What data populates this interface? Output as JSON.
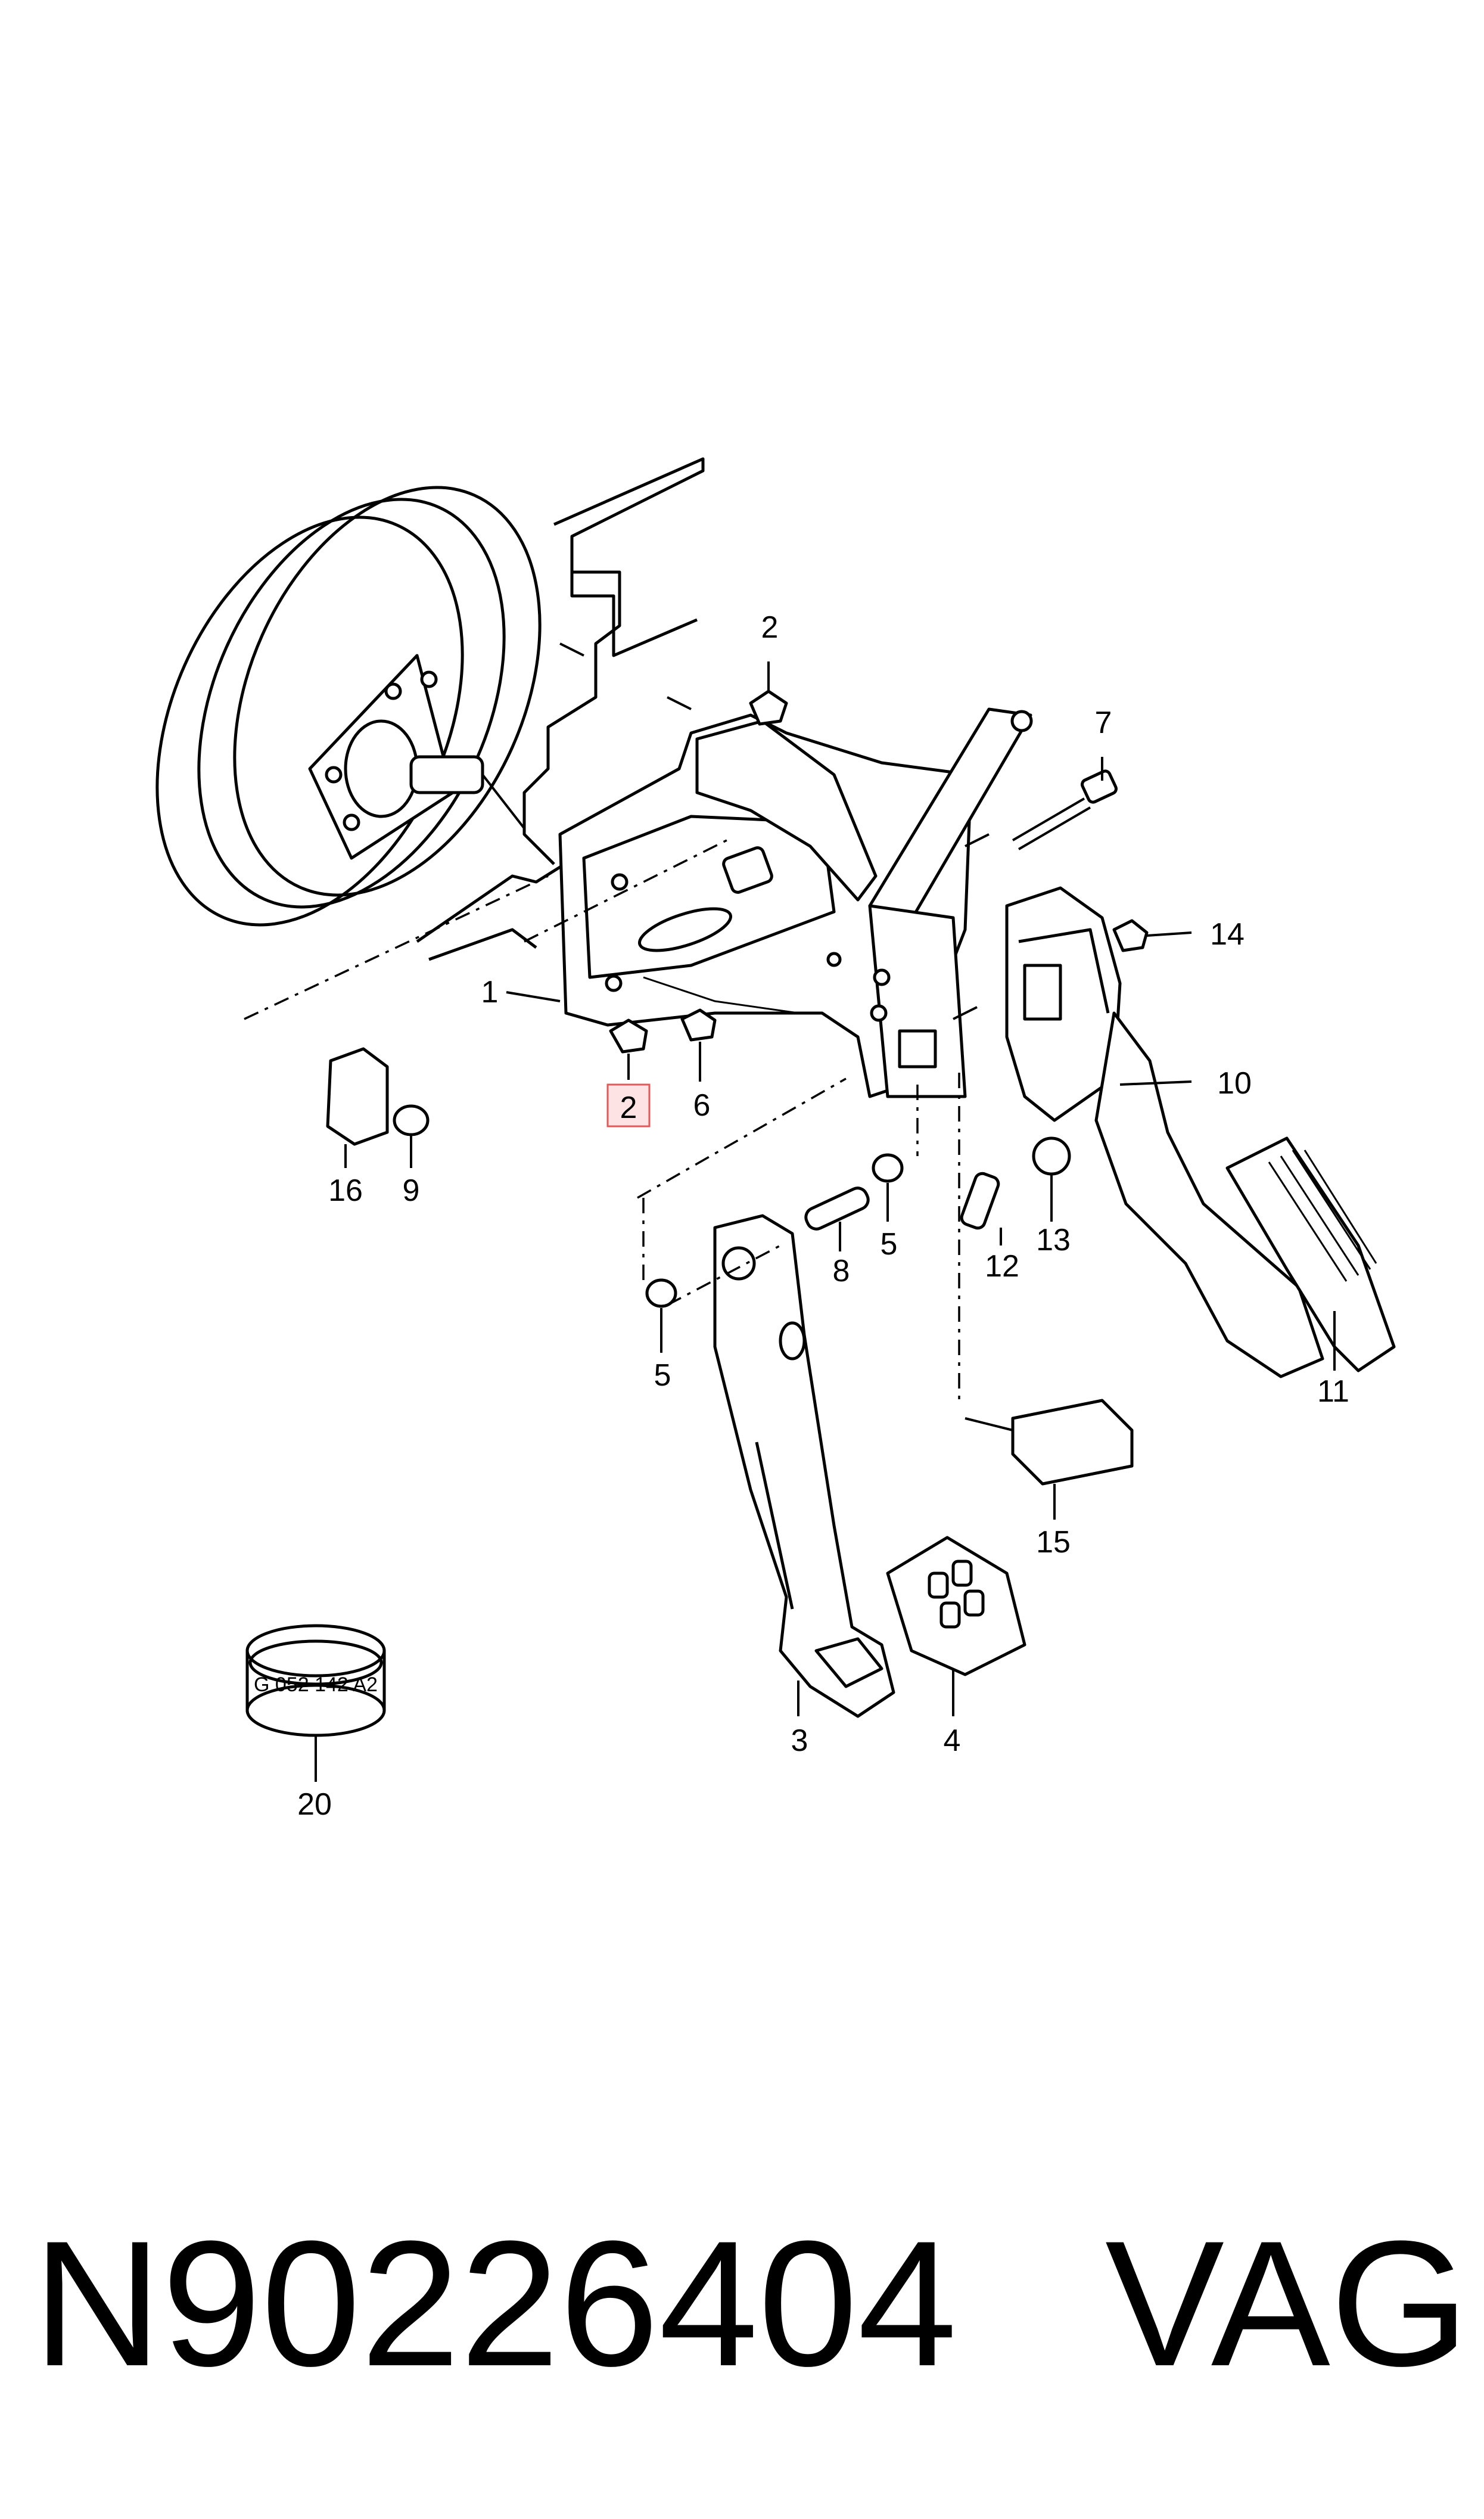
{
  "diagram": {
    "callouts": [
      {
        "id": "c1",
        "label": "1"
      },
      {
        "id": "c2a",
        "label": "2"
      },
      {
        "id": "c2b",
        "label": "2",
        "highlighted": true
      },
      {
        "id": "c3",
        "label": "3"
      },
      {
        "id": "c4",
        "label": "4"
      },
      {
        "id": "c5a",
        "label": "5"
      },
      {
        "id": "c5b",
        "label": "5"
      },
      {
        "id": "c6",
        "label": "6"
      },
      {
        "id": "c7",
        "label": "7"
      },
      {
        "id": "c8",
        "label": "8"
      },
      {
        "id": "c9",
        "label": "9"
      },
      {
        "id": "c10",
        "label": "10"
      },
      {
        "id": "c11",
        "label": "11"
      },
      {
        "id": "c12",
        "label": "12"
      },
      {
        "id": "c13",
        "label": "13"
      },
      {
        "id": "c14",
        "label": "14"
      },
      {
        "id": "c15",
        "label": "15"
      },
      {
        "id": "c16",
        "label": "16"
      },
      {
        "id": "c20",
        "label": "20"
      }
    ],
    "ring_marking": "G 052 142 A2",
    "highlight_color": "#e05a5a",
    "highlight_fill": "#fde3e3"
  },
  "caption": {
    "part_number": "N90226404",
    "brand": "VAG"
  }
}
